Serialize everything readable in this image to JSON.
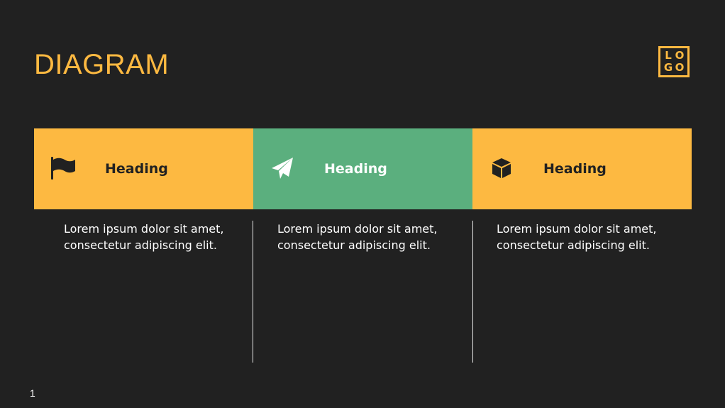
{
  "slide": {
    "title": "DIAGRAM",
    "logo": {
      "letters": [
        "L",
        "O",
        "G",
        "O"
      ]
    },
    "page_number": "1"
  },
  "colors": {
    "background": "#212121",
    "accent_yellow": "#FDB941",
    "accent_green": "#5BAF7E",
    "text_light": "#FFFFFF",
    "text_dark": "#212121"
  },
  "columns": [
    {
      "icon": "flag-icon",
      "heading": "Heading",
      "band_color": "#FDB941",
      "desc_line1": "Lorem ipsum dolor sit amet,",
      "desc_line2": "consectetur adipiscing elit."
    },
    {
      "icon": "paper-plane-icon",
      "heading": "Heading",
      "band_color": "#5BAF7E",
      "desc_line1": "Lorem ipsum dolor sit amet,",
      "desc_line2": "consectetur adipiscing elit."
    },
    {
      "icon": "cube-icon",
      "heading": "Heading",
      "band_color": "#FDB941",
      "desc_line1": "Lorem ipsum dolor sit amet,",
      "desc_line2": "consectetur adipiscing elit."
    }
  ]
}
